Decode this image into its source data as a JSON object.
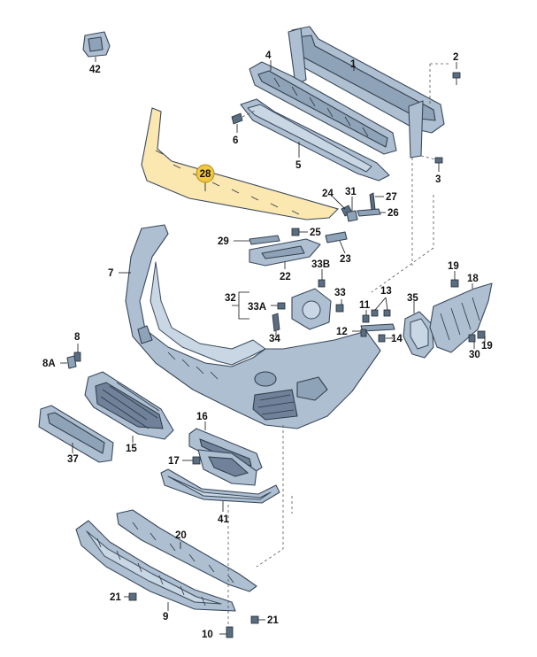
{
  "callouts": [
    {
      "id": "c42",
      "text": "42"
    },
    {
      "id": "c1",
      "text": "1"
    },
    {
      "id": "c2",
      "text": "2"
    },
    {
      "id": "c3",
      "text": "3"
    },
    {
      "id": "c4",
      "text": "4"
    },
    {
      "id": "c5",
      "text": "5"
    },
    {
      "id": "c6",
      "text": "6"
    },
    {
      "id": "c28",
      "text": "28"
    },
    {
      "id": "c24",
      "text": "24"
    },
    {
      "id": "c31",
      "text": "31"
    },
    {
      "id": "c27",
      "text": "27"
    },
    {
      "id": "c26",
      "text": "26"
    },
    {
      "id": "c25",
      "text": "25"
    },
    {
      "id": "c29",
      "text": "29"
    },
    {
      "id": "c23",
      "text": "23"
    },
    {
      "id": "c7",
      "text": "7"
    },
    {
      "id": "c22",
      "text": "22"
    },
    {
      "id": "c33B",
      "text": "33B"
    },
    {
      "id": "c19a",
      "text": "19"
    },
    {
      "id": "c18",
      "text": "18"
    },
    {
      "id": "c32",
      "text": "32"
    },
    {
      "id": "c33",
      "text": "33"
    },
    {
      "id": "c13",
      "text": "13"
    },
    {
      "id": "c35",
      "text": "35"
    },
    {
      "id": "c33A",
      "text": "33A"
    },
    {
      "id": "c11",
      "text": "11"
    },
    {
      "id": "c8",
      "text": "8"
    },
    {
      "id": "c34",
      "text": "34"
    },
    {
      "id": "c12",
      "text": "12"
    },
    {
      "id": "c14",
      "text": "14"
    },
    {
      "id": "c19b",
      "text": "19"
    },
    {
      "id": "c30",
      "text": "30"
    },
    {
      "id": "c8A",
      "text": "8A"
    },
    {
      "id": "c16",
      "text": "16"
    },
    {
      "id": "c15",
      "text": "15"
    },
    {
      "id": "c37",
      "text": "37"
    },
    {
      "id": "c17",
      "text": "17"
    },
    {
      "id": "c41",
      "text": "41"
    },
    {
      "id": "c20",
      "text": "20"
    },
    {
      "id": "c21a",
      "text": "21"
    },
    {
      "id": "c9",
      "text": "9"
    },
    {
      "id": "c21b",
      "text": "21"
    },
    {
      "id": "c10",
      "text": "10"
    }
  ],
  "highlighted_callout": "28",
  "colors": {
    "part_fill": "#aebfd1",
    "part_outline": "#3a4a5c",
    "highlight_part": "#fbe7b0",
    "highlight_badge": "#f2c744"
  }
}
